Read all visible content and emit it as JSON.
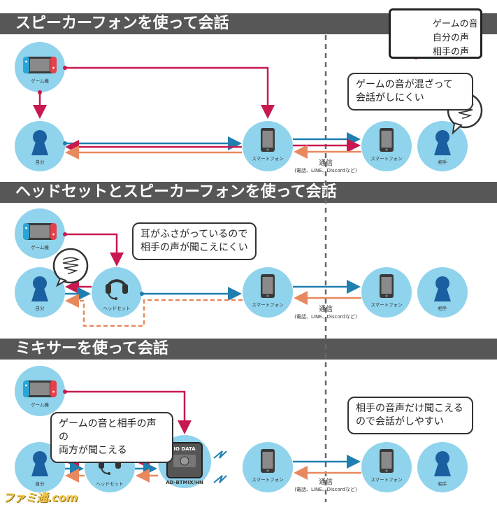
{
  "legend": {
    "items": [
      {
        "label": "ゲームの音",
        "color": "#c8184f"
      },
      {
        "label": "自分の声",
        "color": "#1e7fb0"
      },
      {
        "label": "相手の声",
        "color": "#e8885e"
      }
    ]
  },
  "sections": [
    {
      "title": "スピーカーフォンを使って会話",
      "console_label": "ゲーム機",
      "self_label": "自分",
      "phone1_label": "スマートフォン",
      "phone2_label": "スマートフォン",
      "partner_label": "相手",
      "comm_label": "通信",
      "comm_sub": "(電話、LINE、Discordなど)",
      "bubble_lines": [
        "ゲームの音が混ざって",
        "会話がしにくい"
      ]
    },
    {
      "title": "ヘッドセットとスピーカーフォンを使って会話",
      "console_label": "ゲーム機",
      "self_label": "自分",
      "headset_label": "ヘッドセット",
      "phone1_label": "スマートフォン",
      "phone2_label": "スマートフォン",
      "partner_label": "相手",
      "comm_label": "通信",
      "comm_sub": "(電話、LINE、Discordなど)",
      "bubble_lines": [
        "耳がふさがっているので",
        "相手の声が聞こえにくい"
      ]
    },
    {
      "title": "ミキサーを使って会話",
      "console_label": "ゲーム機",
      "self_label": "自分",
      "headset_label": "ヘッドセット",
      "mixer_brand": "IO DATA",
      "mixer_model": "AD-BTMIX/HN",
      "phone1_label": "スマートフォン",
      "phone2_label": "スマートフォン",
      "partner_label": "相手",
      "comm_label": "通信",
      "comm_sub": "(電話、LINE、Discordなど)",
      "bubble_left_lines": [
        "ゲームの音と相手の声の",
        "両方が聞こえる"
      ],
      "bubble_right_lines": [
        "相手の音声だけ聞こえる",
        "ので会話がしやすい"
      ]
    }
  ],
  "watermark": "ファミ通.com",
  "colors": {
    "header_bg": "#575757",
    "node_bg": "#8fd3ec",
    "person": "#1a5fa0",
    "game": "#c8184f",
    "self_voice": "#1e7fb0",
    "partner_voice": "#e8885e",
    "divider": "#5a6a78"
  }
}
